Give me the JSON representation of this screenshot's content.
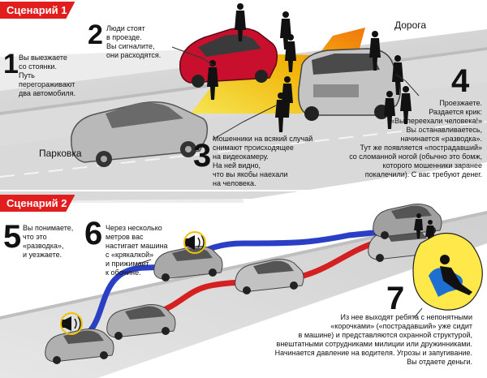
{
  "scenario1": {
    "title": "Сценарий 1",
    "steps": [
      {
        "number": "1",
        "text": "Вы выезжаете\nсо стоянки.\nПуть\nперегораживают\nдва автомобиля."
      },
      {
        "number": "2",
        "text": "Люди стоят\nв проезде.\nВы сигналите,\nони расходятся."
      },
      {
        "number": "3",
        "text": "Мошенники на всякий случай\nснимают происходящее\nна видеокамеру.\nНа ней видно,\nчто вы якобы наехали\nна человека."
      },
      {
        "number": "4",
        "text": "Проезжаете.\nРаздается крик:\n«Вы переехали человека!»\nВы останавливаетесь,\nначинается «разводка».\nТут же появляется «пострадавший»\nсо сломанной ногой (обычно это бомж,\nкоторого мошенники заранее\nпокалечили). С вас требуют денег."
      }
    ],
    "labels": {
      "road": "Дорога",
      "parking": "Парковка"
    }
  },
  "scenario2": {
    "title": "Сценарий 2",
    "steps": [
      {
        "number": "5",
        "text": "Вы понимаете,\nчто это\n«разводка»,\nи уезжаете."
      },
      {
        "number": "6",
        "text": "Через несколько\nметров вас\nнастигает машина\nс «крякалкой»\nи прижимает\nк обочине."
      },
      {
        "number": "7",
        "text": "Из нее выходят ребята с непонятными\n«корочками» («пострадавший» уже сидит\nв машине) и представляются охранной структурой,\nвнештатными сотрудниками милиции или дружинниками.\nНачинается давление на водителя. Угрозы и запугивание.\nВы отдаете деньги."
      }
    ]
  },
  "colors": {
    "badge": "#e11d1d",
    "path_blue": "#2b3fc4",
    "path_red": "#d42020",
    "road": "#d7d7d7",
    "arrow_yellow": "#f2c200",
    "arrow_orange": "#f07d00",
    "red_car": "#c8102e"
  },
  "icons": [
    "siren-icon",
    "person-icon",
    "car-icon",
    "victim-bubble-icon"
  ]
}
